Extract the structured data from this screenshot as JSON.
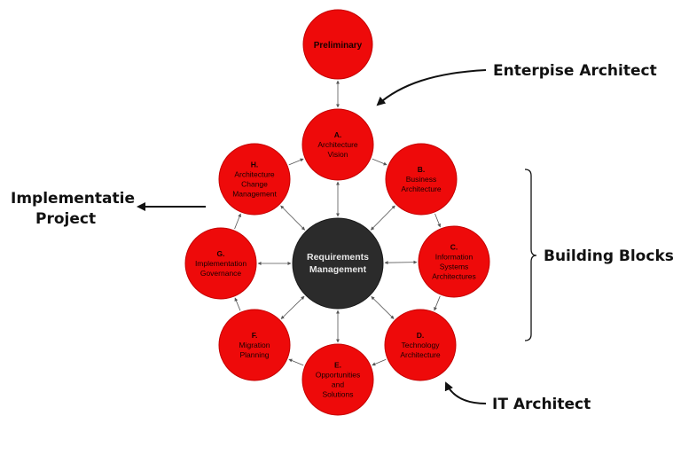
{
  "center": {
    "lines": [
      "Requirements",
      "Management"
    ]
  },
  "preliminary": {
    "label": "Preliminary"
  },
  "phases": [
    {
      "id": "A",
      "letter": "A.",
      "lines": [
        "Architecture",
        "Vision"
      ]
    },
    {
      "id": "B",
      "letter": "B.",
      "lines": [
        "Business",
        "Architecture"
      ]
    },
    {
      "id": "C",
      "letter": "C.",
      "lines": [
        "Information",
        "Systems",
        "Architectures"
      ]
    },
    {
      "id": "D",
      "letter": "D.",
      "lines": [
        "Technology",
        "Architecture"
      ]
    },
    {
      "id": "E",
      "letter": "E.",
      "lines": [
        "Opportunities",
        "and",
        "Solutions"
      ]
    },
    {
      "id": "F",
      "letter": "F.",
      "lines": [
        "Migration",
        "Planning"
      ]
    },
    {
      "id": "G",
      "letter": "G.",
      "lines": [
        "Implementation",
        "Governance"
      ]
    },
    {
      "id": "H",
      "letter": "H.",
      "lines": [
        "Architecture",
        "Change",
        "Management"
      ]
    }
  ],
  "annotations": {
    "enterprise_architect": "Enterpise Architect",
    "implementatie_line1": "Implementatie",
    "implementatie_line2": "Project",
    "building_blocks": "Building Blocks",
    "it_architect": "IT Architect"
  },
  "colors": {
    "phase_fill": "#ee0a0a",
    "center_fill": "#2b2b2b",
    "text_dark": "#111111"
  }
}
